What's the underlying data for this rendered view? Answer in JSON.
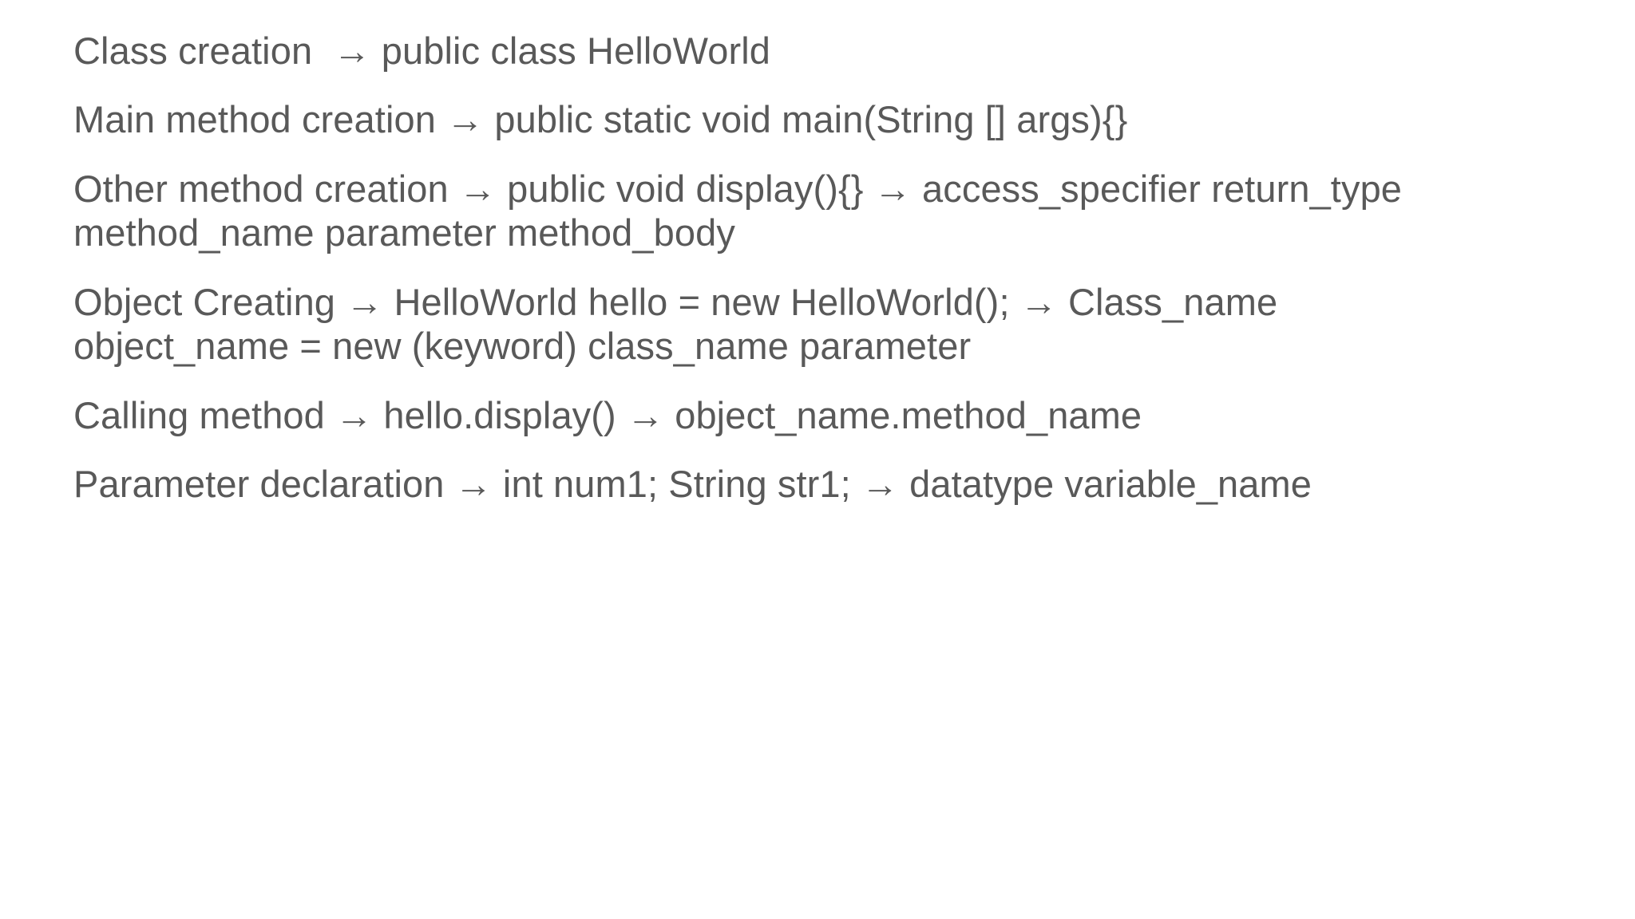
{
  "document": {
    "background_color": "#ffffff",
    "text_color": "#595959",
    "lines": [
      {
        "id": "class-creation",
        "text": "Class creation  → public class HelloWorld"
      },
      {
        "id": "main-method-creation",
        "text": "Main method creation → public static void main(String [] args){}"
      },
      {
        "id": "other-method-creation",
        "text": "Other method creation → public void display(){} → access_specifier return_type method_name parameter method_body"
      },
      {
        "id": "object-creating",
        "text": "Object Creating → HelloWorld hello = new HelloWorld(); → Class_name object_name = new (keyword) class_name parameter"
      },
      {
        "id": "calling-method",
        "text": "Calling method → hello.display() → object_name.method_name"
      },
      {
        "id": "parameter-declaration",
        "text": "Parameter declaration → int num1; String str1; → datatype variable_name"
      }
    ]
  }
}
